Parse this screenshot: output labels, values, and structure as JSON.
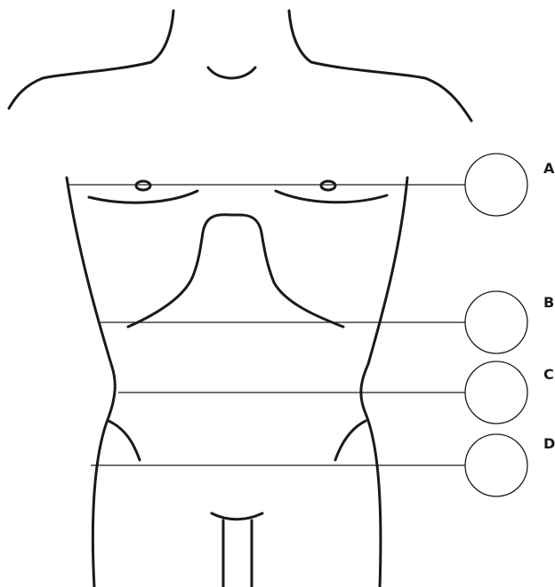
{
  "diagram": {
    "markers": [
      {
        "label": "A"
      },
      {
        "label": "B"
      },
      {
        "label": "C"
      },
      {
        "label": "D"
      }
    ]
  }
}
